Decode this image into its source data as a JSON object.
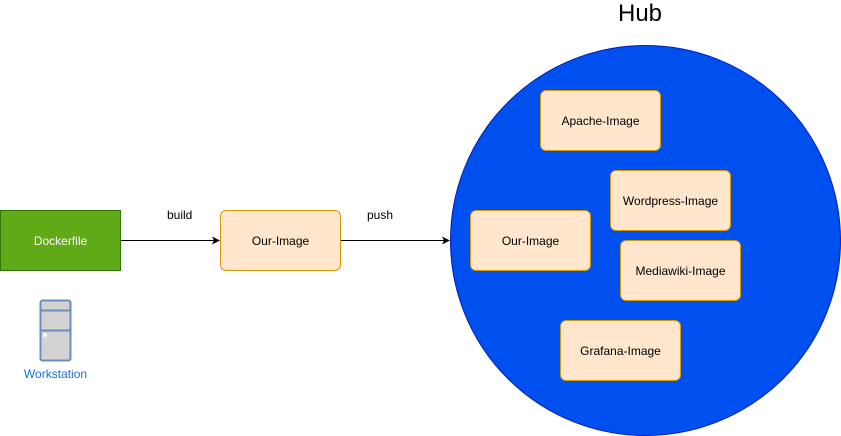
{
  "hub": {
    "title": "Hub",
    "images": [
      "Apache-Image",
      "Wordpress-Image",
      "Our-Image",
      "Mediawiki-Image",
      "Grafana-Image"
    ]
  },
  "dockerfile": "Dockerfile",
  "workstation": "Workstation",
  "our_image": "Our-Image",
  "edges": {
    "build": "build",
    "push": "push"
  },
  "colors": {
    "hub": "#0050ef",
    "dockerfile": "#60a917",
    "image_fill": "#ffe6cc",
    "image_border": "#d79b00"
  }
}
